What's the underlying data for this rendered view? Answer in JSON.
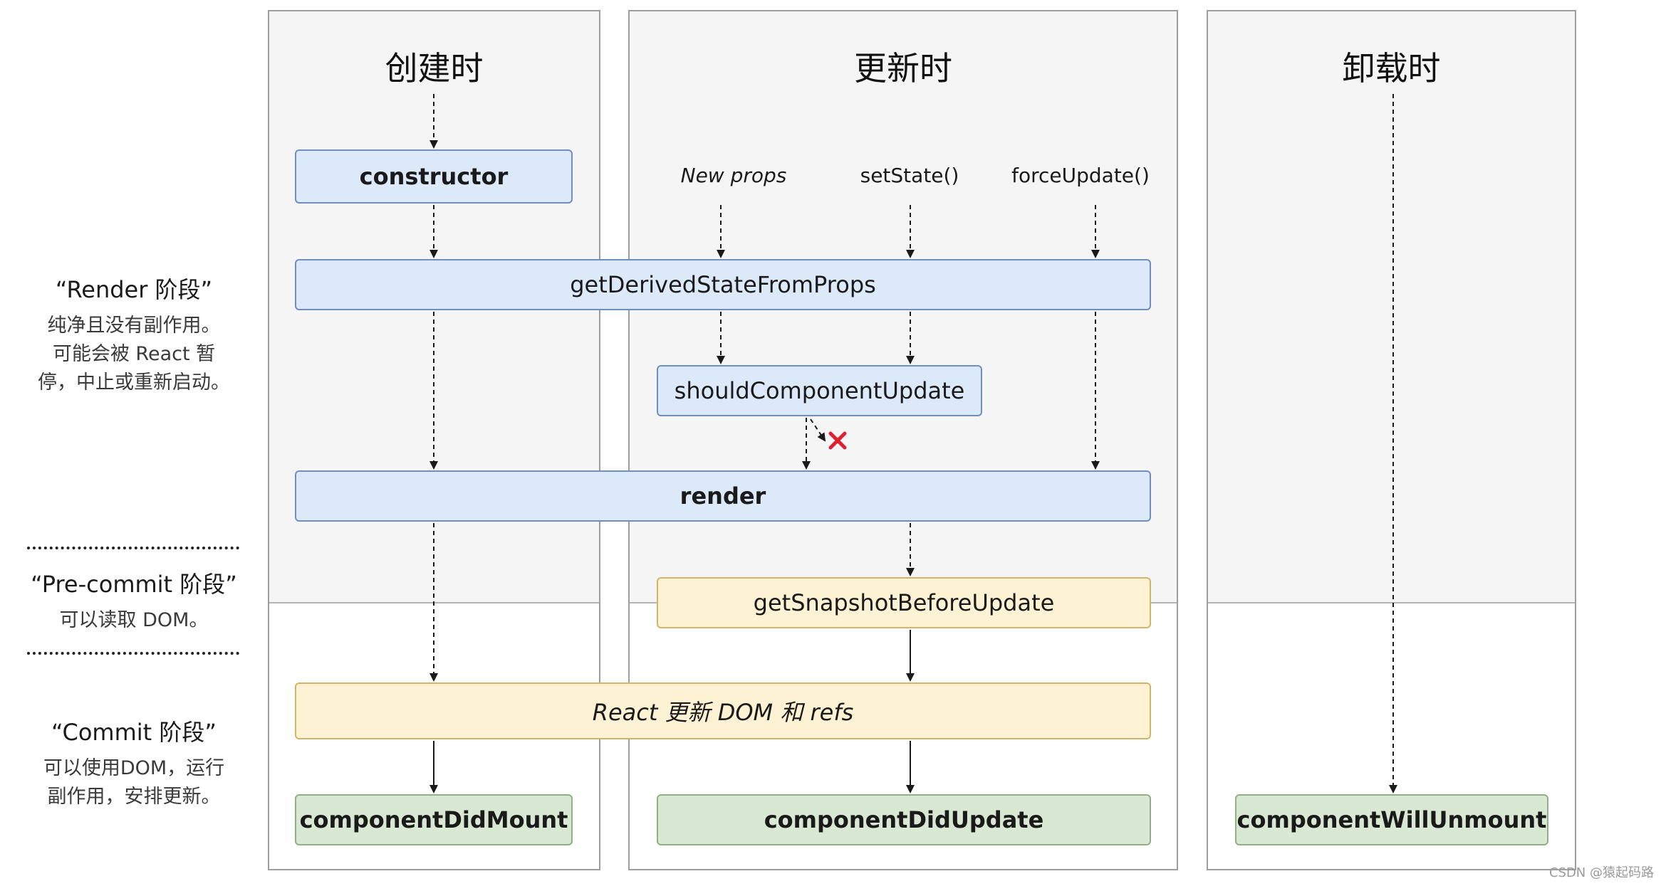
{
  "columns": {
    "mount": {
      "title": "创建时"
    },
    "update": {
      "title": "更新时"
    },
    "unmount": {
      "title": "卸载时"
    }
  },
  "triggers": {
    "new_props": "New props",
    "set_state": "setState()",
    "force_update": "forceUpdate()"
  },
  "boxes": {
    "constructor": "constructor",
    "gdsfp": "getDerivedStateFromProps",
    "scu": "shouldComponentUpdate",
    "render": "render",
    "gsbu": "getSnapshotBeforeUpdate",
    "react_update": "React 更新 DOM 和 refs",
    "cdm": "componentDidMount",
    "cdu": "componentDidUpdate",
    "cwu": "componentWillUnmount"
  },
  "phases": {
    "render": {
      "title": "“Render 阶段”",
      "desc1": "纯净且没有副作用。",
      "desc2": "可能会被 React 暂",
      "desc3": "停，中止或重新启动。"
    },
    "precommit": {
      "title": "“Pre-commit 阶段”",
      "desc1": "可以读取 DOM。"
    },
    "commit": {
      "title": "“Commit 阶段”",
      "desc1": "可以使用DOM，运行",
      "desc2": "副作用，安排更新。"
    }
  },
  "watermark": "CSDN @猿起码路",
  "colors": {
    "blue_fill": "#dce9f8",
    "yellow_fill": "#fdf2d4",
    "green_fill": "#d8e8d3",
    "cancel_mark": "#e0202e"
  }
}
